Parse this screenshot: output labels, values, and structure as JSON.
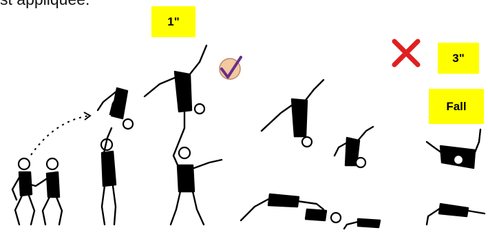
{
  "caption": "st appliquée.",
  "labels": {
    "hold_time": "1\"",
    "fail_time": "3\"",
    "fall": "Fall"
  },
  "colors": {
    "label_bg": "#ffff00",
    "cross": "#e02020",
    "check_fill": "#f2c9a0",
    "check_mark": "#6a2c8a",
    "ink": "#000000"
  },
  "icons": {
    "approved": "check-badge-icon",
    "rejected": "red-cross-icon"
  }
}
